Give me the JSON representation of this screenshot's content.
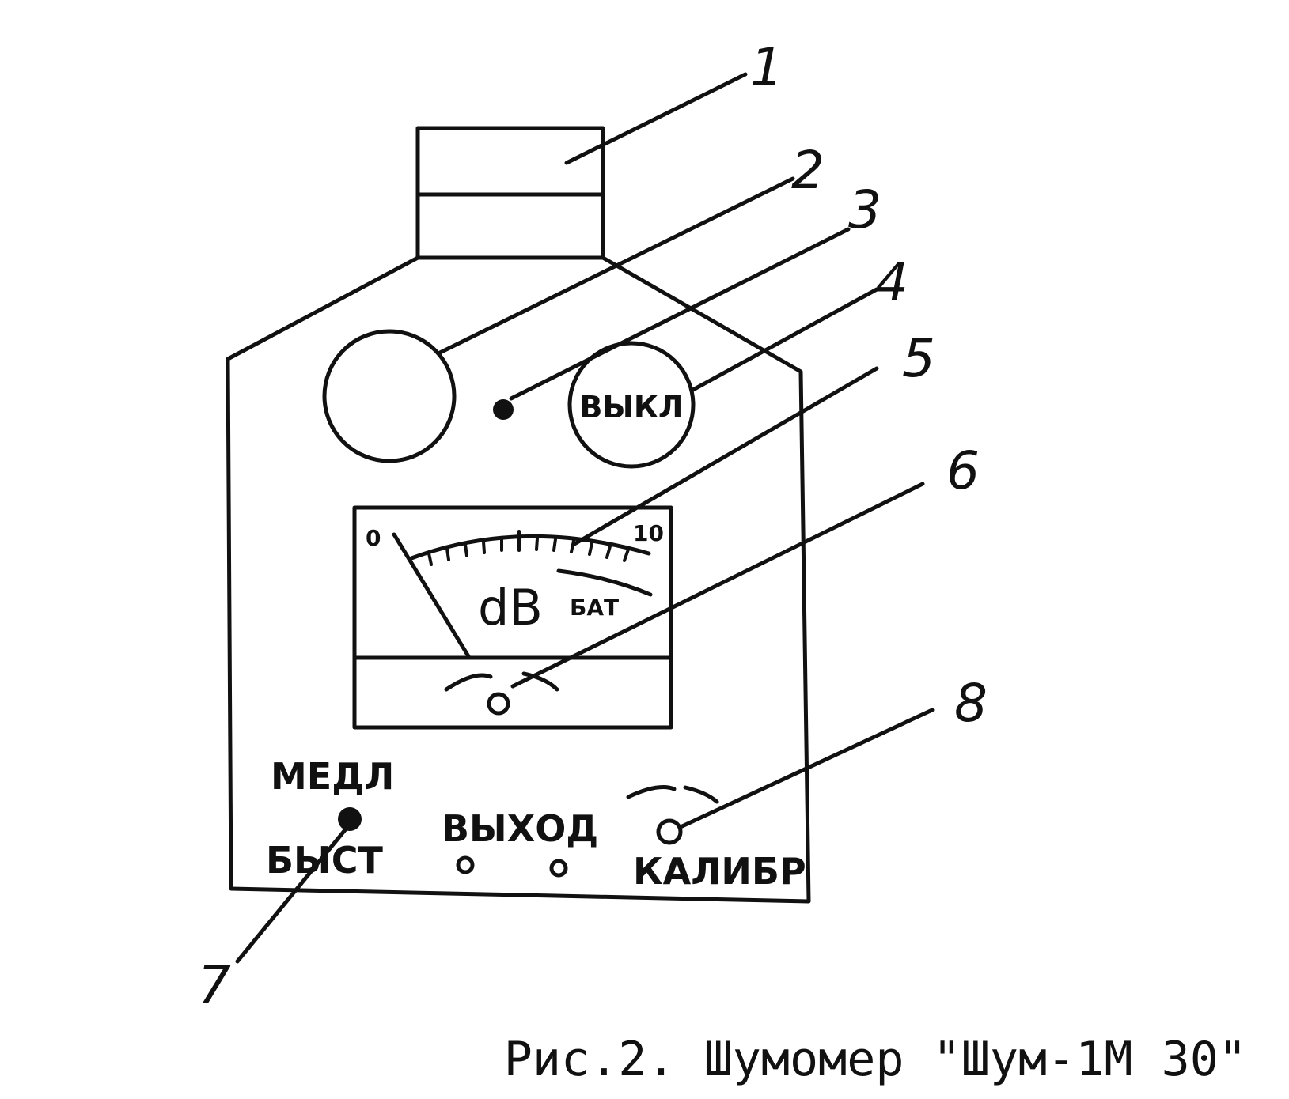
{
  "callouts": [
    "1",
    "2",
    "3",
    "4",
    "5",
    "6",
    "7",
    "8"
  ],
  "device": {
    "knob_label": "ВЫКЛ",
    "meter": {
      "scale_min": "0",
      "scale_max": "10",
      "unit": "dB",
      "battery_label": "БАТ"
    },
    "switch_top_label": "МЕДЛ",
    "switch_bottom_label": "БЫСТ",
    "output_label": "ВЫХОД",
    "calibrate_label": "КАЛИБР"
  },
  "caption": "Рис.2. Шумомер \"Шум-1М 30\""
}
